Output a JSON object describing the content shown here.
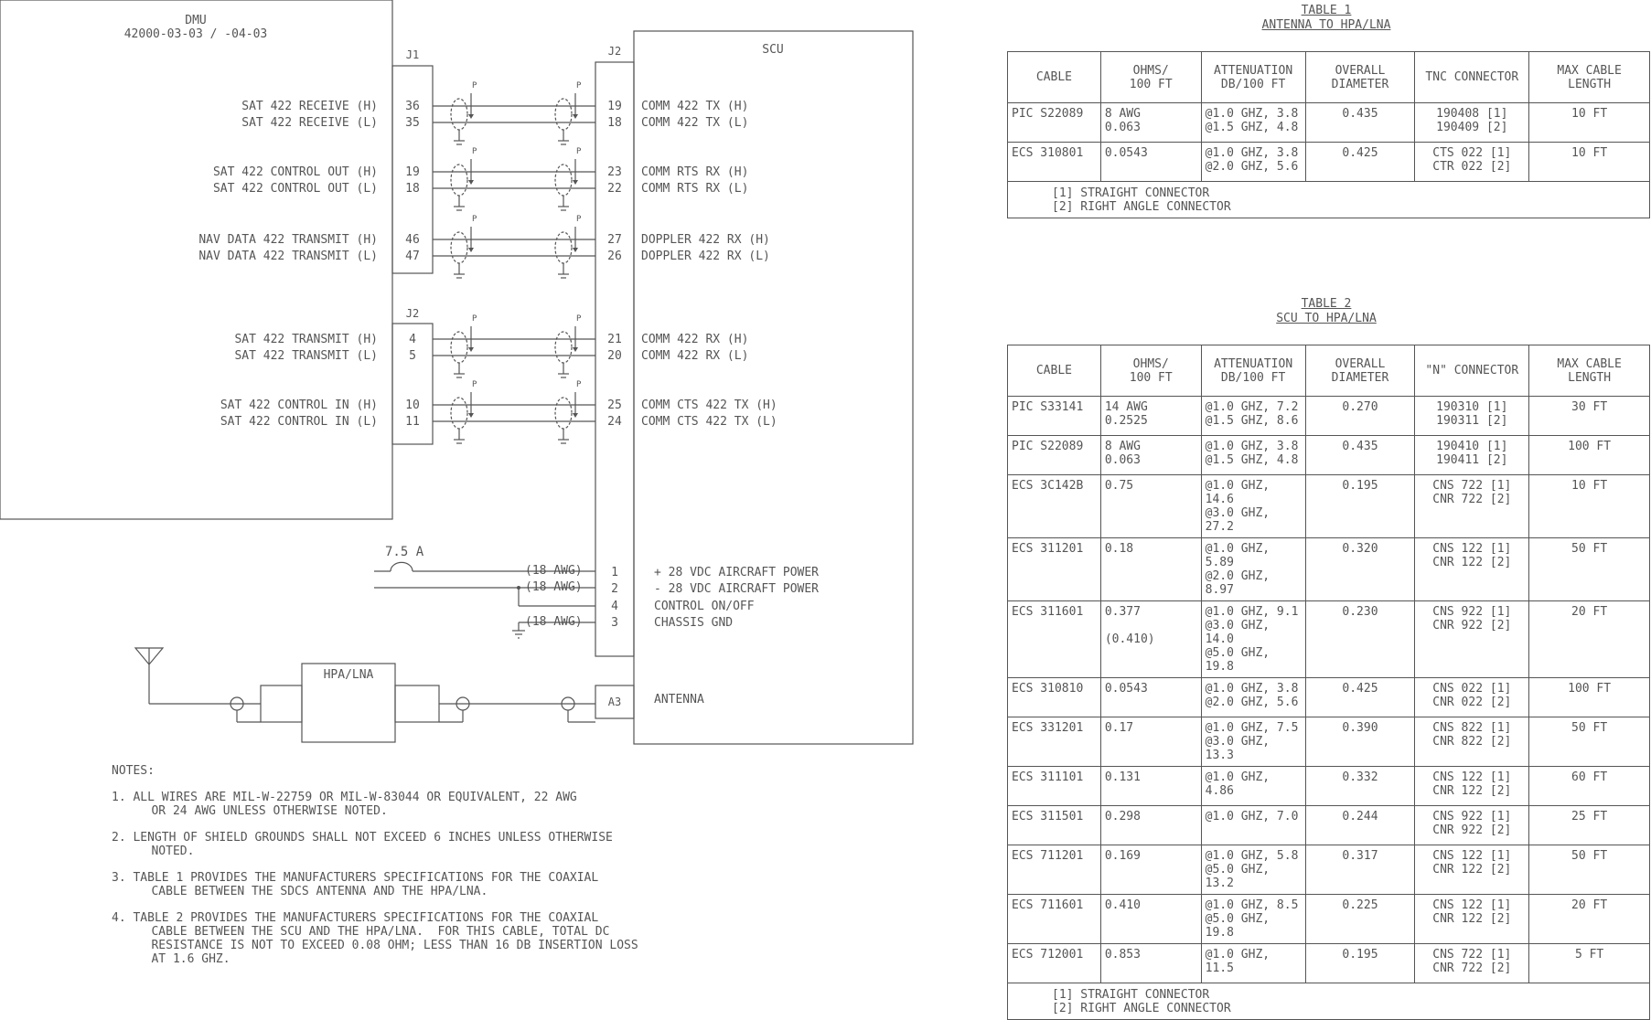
{
  "dmu": {
    "title": "DMU",
    "part": "42000-03-03 / -04-03"
  },
  "scu": {
    "title": "SCU"
  },
  "connectors": {
    "j1": "J1",
    "j2_left": "J2",
    "j2_right": "J2",
    "a3": "A3"
  },
  "signals": [
    {
      "left_label": "SAT 422 RECEIVE (H)",
      "left_pin": "36",
      "right_pin": "19",
      "right_label": "COMM 422 TX (H)"
    },
    {
      "left_label": "SAT 422 RECEIVE (L)",
      "left_pin": "35",
      "right_pin": "18",
      "right_label": "COMM 422 TX (L)"
    },
    {
      "left_label": "SAT 422 CONTROL OUT (H)",
      "left_pin": "19",
      "right_pin": "23",
      "right_label": "COMM RTS RX (H)"
    },
    {
      "left_label": "SAT 422 CONTROL OUT (L)",
      "left_pin": "18",
      "right_pin": "22",
      "right_label": "COMM RTS RX (L)"
    },
    {
      "left_label": "NAV DATA 422 TRANSMIT (H)",
      "left_pin": "46",
      "right_pin": "27",
      "right_label": "DOPPLER 422 RX (H)"
    },
    {
      "left_label": "NAV DATA 422 TRANSMIT (L)",
      "left_pin": "47",
      "right_pin": "26",
      "right_label": "DOPPLER 422 RX (L)"
    },
    {
      "left_label": "SAT 422 TRANSMIT (H)",
      "left_pin": "4",
      "right_pin": "21",
      "right_label": "COMM 422 RX (H)"
    },
    {
      "left_label": "SAT 422 TRANSMIT (L)",
      "left_pin": "5",
      "right_pin": "20",
      "right_label": "COMM 422 RX (L)"
    },
    {
      "left_label": "SAT 422 CONTROL IN (H)",
      "left_pin": "10",
      "right_pin": "25",
      "right_label": "COMM CTS 422 TX (H)"
    },
    {
      "left_label": "SAT 422 CONTROL IN (L)",
      "left_pin": "11",
      "right_pin": "24",
      "right_label": "COMM CTS 422 TX (L)"
    }
  ],
  "shield_mark": "P",
  "power": {
    "fuse": "7.5 A",
    "rows": [
      {
        "awg": "(18 AWG)",
        "pin": "1",
        "label": "+ 28 VDC AIRCRAFT POWER"
      },
      {
        "awg": "(18 AWG)",
        "pin": "2",
        "label": "- 28 VDC AIRCRAFT POWER"
      },
      {
        "awg": "",
        "pin": "4",
        "label": "CONTROL ON/OFF"
      },
      {
        "awg": "(18 AWG)",
        "pin": "3",
        "label": "CHASSIS GND"
      }
    ]
  },
  "hpa_lna": "HPA/LNA",
  "antenna": "ANTENNA",
  "notes": {
    "heading": "NOTES:",
    "items": [
      "1. ALL WIRES ARE MIL-W-22759 OR MIL-W-83044 OR EQUIVALENT, 22 AWG\n   OR 24 AWG UNLESS OTHERWISE NOTED.",
      "2. LENGTH OF SHIELD GROUNDS SHALL NOT EXCEED 6 INCHES UNLESS OTHERWISE\n   NOTED.",
      "3. TABLE 1 PROVIDES THE MANUFACTURERS SPECIFICATIONS FOR THE COAXIAL\n   CABLE BETWEEN THE SDCS ANTENNA AND THE HPA/LNA.",
      "4. TABLE 2 PROVIDES THE MANUFACTURERS SPECIFICATIONS FOR THE COAXIAL\n   CABLE BETWEEN THE SCU AND THE HPA/LNA.  FOR THIS CABLE, TOTAL DC\n   RESISTANCE IS NOT TO EXCEED 0.08 OHM; LESS THAN 16 DB INSERTION LOSS\n   AT 1.6 GHZ."
    ]
  },
  "table1": {
    "title": "TABLE 1",
    "subtitle": "ANTENNA TO HPA/LNA",
    "headers": [
      "CABLE",
      "OHMS/\n100 FT",
      "ATTENUATION\nDB/100 FT",
      "OVERALL\nDIAMETER",
      "TNC CONNECTOR",
      "MAX CABLE\nLENGTH"
    ],
    "rows": [
      [
        "PIC S22089",
        "8 AWG\n0.063",
        "@1.0 GHZ, 3.8\n@1.5 GHZ, 4.8",
        "0.435",
        "190408 [1]\n190409 [2]",
        "10 FT"
      ],
      [
        "ECS 310801",
        "0.0543",
        "@1.0 GHZ, 3.8\n@2.0 GHZ, 5.6",
        "0.425",
        "CTS 022 [1]\nCTR 022 [2]",
        "10 FT"
      ]
    ],
    "footnote": "[1] STRAIGHT CONNECTOR\n[2] RIGHT ANGLE CONNECTOR"
  },
  "table2": {
    "title": "TABLE 2",
    "subtitle": "SCU TO HPA/LNA",
    "headers": [
      "CABLE",
      "OHMS/\n100 FT",
      "ATTENUATION\nDB/100 FT",
      "OVERALL\nDIAMETER",
      "\"N\" CONNECTOR",
      "MAX CABLE\nLENGTH"
    ],
    "rows": [
      [
        "PIC S33141",
        "14 AWG\n0.2525",
        "@1.0 GHZ, 7.2\n@1.5 GHZ, 8.6",
        "0.270",
        "190310 [1]\n190311 [2]",
        "30 FT"
      ],
      [
        "PIC S22089",
        "8 AWG\n0.063",
        "@1.0 GHZ, 3.8\n@1.5 GHZ, 4.8",
        "0.435",
        "190410 [1]\n190411 [2]",
        "100 FT"
      ],
      [
        "ECS 3C142B",
        "0.75",
        "@1.0 GHZ, 14.6\n@3.0 GHZ, 27.2",
        "0.195",
        "CNS 722 [1]\nCNR 722 [2]",
        "10 FT"
      ],
      [
        "ECS 311201",
        "0.18",
        "@1.0 GHZ, 5.89\n@2.0 GHZ, 8.97",
        "0.320",
        "CNS 122 [1]\nCNR 122 [2]",
        "50 FT"
      ],
      [
        "ECS 311601",
        "0.377\n\n(0.410)",
        "@1.0 GHZ, 9.1\n@3.0 GHZ, 14.0\n@5.0 GHZ, 19.8",
        "0.230",
        "CNS 922 [1]\nCNR 922 [2]",
        "20 FT"
      ],
      [
        "ECS 310810",
        "0.0543",
        "@1.0 GHZ, 3.8\n@2.0 GHZ, 5.6",
        "0.425",
        "CNS 022 [1]\nCNR 022 [2]",
        "100 FT"
      ],
      [
        "ECS 331201",
        "0.17",
        "@1.0 GHZ, 7.5\n@3.0 GHZ, 13.3",
        "0.390",
        "CNS 822 [1]\nCNR 822 [2]",
        "50 FT"
      ],
      [
        "ECS 311101",
        "0.131",
        "@1.0 GHZ, 4.86",
        "0.332",
        "CNS 122 [1]\nCNR 122 [2]",
        "60 FT"
      ],
      [
        "ECS 311501",
        "0.298",
        "@1.0 GHZ, 7.0",
        "0.244",
        "CNS 922 [1]\nCNR 922 [2]",
        "25 FT"
      ],
      [
        "ECS 711201",
        "0.169",
        "@1.0 GHZ, 5.8\n@5.0 GHZ, 13.2",
        "0.317",
        "CNS 122 [1]\nCNR 122 [2]",
        "50 FT"
      ],
      [
        "ECS 711601",
        "0.410",
        "@1.0 GHZ, 8.5\n@5.0 GHZ, 19.8",
        "0.225",
        "CNS 122 [1]\nCNR 122 [2]",
        "20 FT"
      ],
      [
        "ECS 712001",
        "0.853",
        "@1.0 GHZ, 11.5",
        "0.195",
        "CNS 722 [1]\nCNR 722 [2]",
        "5 FT"
      ]
    ],
    "footnote": "[1] STRAIGHT CONNECTOR\n[2] RIGHT ANGLE CONNECTOR"
  }
}
